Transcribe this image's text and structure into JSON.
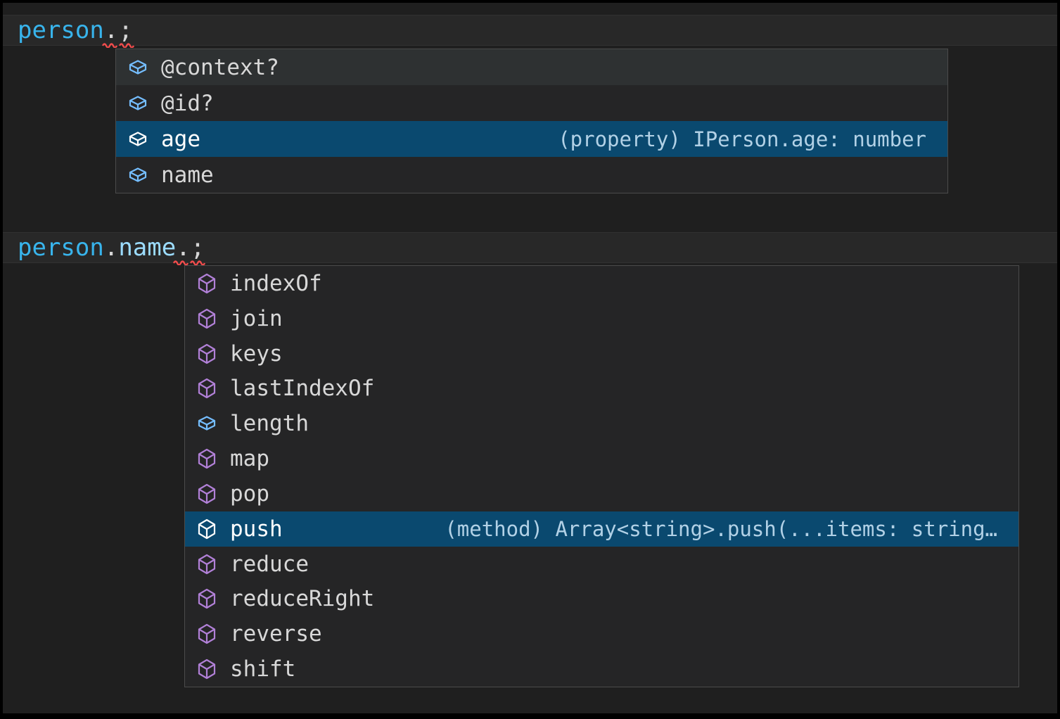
{
  "app": "code-editor-intellisense",
  "colors": {
    "editor_background": "#1f1f1f",
    "window_border": "#000000",
    "line_highlight_background": "#282828",
    "suggest_background": "#252526",
    "suggest_border": "#4b4b4b",
    "selected_row_background": "#0a496f",
    "hover_row_background": "#2e3132",
    "variable_token_color": "#38b4ec",
    "property_token_color": "#9cdcfe",
    "punctuation_token_color": "#d6d6d6",
    "error_squiggle_color": "#f14c4c",
    "field_icon_color": "#75beff",
    "method_icon_color": "#b180d7",
    "selected_icon_color": "#ffffff",
    "label_color": "#d8d8d8",
    "selected_label_color": "#ffffff",
    "detail_text_color": "#b2d1e6"
  },
  "snippet1": {
    "code": {
      "t0": "person",
      "t1": ".",
      "t2": ";"
    },
    "suggest": {
      "items": [
        {
          "label": "@context?",
          "kind": "field",
          "state": "hover"
        },
        {
          "label": "@id?",
          "kind": "field",
          "state": "normal"
        },
        {
          "label": "age",
          "kind": "field",
          "state": "selected",
          "detail": "(property) IPerson.age: number"
        },
        {
          "label": "name",
          "kind": "field",
          "state": "normal"
        }
      ]
    }
  },
  "snippet2": {
    "code": {
      "t0": "person",
      "t1": ".",
      "t2": "name",
      "t3": ".",
      "t4": ";"
    },
    "suggest": {
      "items": [
        {
          "label": "indexOf",
          "kind": "method",
          "state": "normal"
        },
        {
          "label": "join",
          "kind": "method",
          "state": "normal"
        },
        {
          "label": "keys",
          "kind": "method",
          "state": "normal"
        },
        {
          "label": "lastIndexOf",
          "kind": "method",
          "state": "normal"
        },
        {
          "label": "length",
          "kind": "field",
          "state": "normal"
        },
        {
          "label": "map",
          "kind": "method",
          "state": "normal"
        },
        {
          "label": "pop",
          "kind": "method",
          "state": "normal"
        },
        {
          "label": "push",
          "kind": "method",
          "state": "selected",
          "detail": "(method) Array<string>.push(...items: string…"
        },
        {
          "label": "reduce",
          "kind": "method",
          "state": "normal"
        },
        {
          "label": "reduceRight",
          "kind": "method",
          "state": "normal"
        },
        {
          "label": "reverse",
          "kind": "method",
          "state": "normal"
        },
        {
          "label": "shift",
          "kind": "method",
          "state": "normal"
        }
      ]
    }
  }
}
